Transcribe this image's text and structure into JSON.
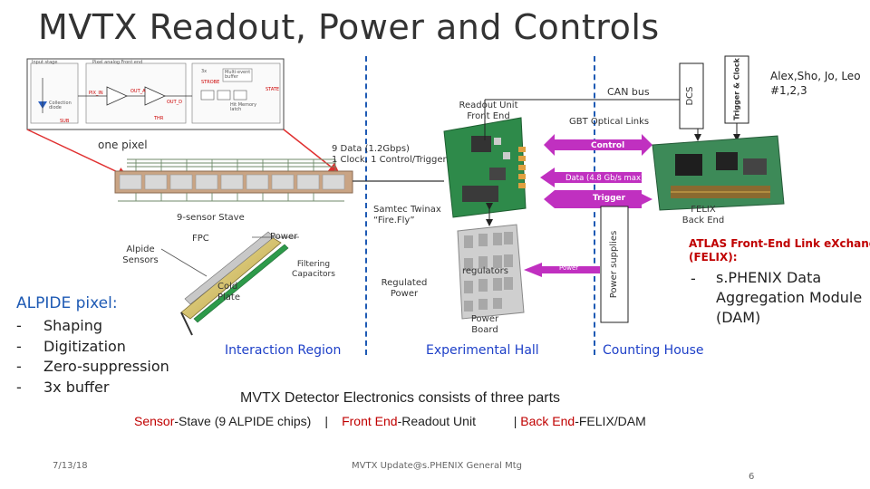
{
  "title": "MVTX Readout, Power and Controls",
  "authors": "Alex,Sho, Jo, Leo\n#1,2,3",
  "labels": {
    "can_bus": "CAN bus",
    "dcs": "DCS",
    "trigger_clock": "Trigger & Clock",
    "readout_unit": "Readout Unit\nFront End",
    "gbt_links": "GBT Optical Links",
    "one_pixel": "one pixel",
    "data_lines": "9 Data (1.2Gbps)\n1 Clock, 1 Control/Trigger",
    "control": "Control",
    "data_rate": "Data (4.8 Gb/s max)",
    "trigger": "Trigger",
    "samtec": "Samtec Twinax\n“Fire.Fly”",
    "felix": "FELIX\nBack End",
    "nine_sensor_stave": "9-sensor Stave",
    "fpc": "FPC",
    "power": "Power",
    "alpide_sensors": "Alpide\nSensors",
    "filtering_caps": "Filtering\nCapacitors",
    "cold_plate": "Cold\nPlate",
    "regulated_power": "Regulated\nPower",
    "regulators": "regulators",
    "power_small": "Power",
    "power_supplies": "Power supplies",
    "power_board": "Power\nBoard",
    "atlas_felix": "ATLAS Front-End Link eXchange\n(FELIX):",
    "sphenix_dam": "s.PHENIX Data\nAggregation Module\n(DAM)",
    "dash": "-"
  },
  "pixel_circuit": {
    "input_stage": "Input stage",
    "front_end": "Pixel analog Front end",
    "multi_event": "Multi-event\nbuffer",
    "strobe": "STROBE",
    "state": "STATE",
    "pix_in": "PIX_IN",
    "out_a": "OUT_A",
    "out_d": "OUT_D",
    "thr": "THR",
    "sub": "SUB",
    "collection": "Collection\ndiode",
    "buffer": "3x",
    "mem": "Hit Memory\nlatch"
  },
  "alpide_pixel": {
    "heading": "ALPIDE pixel:",
    "items": [
      "Shaping",
      "Digitization",
      "Zero-suppression",
      "3x buffer"
    ]
  },
  "regions": {
    "interaction": "Interaction Region",
    "experimental": "Experimental Hall",
    "counting": "Counting House"
  },
  "summary": {
    "headline": "MVTX Detector Electronics consists of three parts",
    "part1_key": "Sensor",
    "part1_rest": "-Stave (9 ALPIDE chips)",
    "sep1": "|",
    "part2_key": "Front End",
    "part2_rest": "-Readout Unit",
    "sep2": "| ",
    "part3_key": "Back End",
    "part3_rest": "-FELIX/DAM"
  },
  "footer": {
    "date": "7/13/18",
    "center": "MVTX Update@s.PHENIX General Mtg",
    "page": "6"
  },
  "colors": {
    "title": "#333333",
    "region_blue": "#1e40c8",
    "summary_red": "#c00000",
    "arrow_magenta": "#c030c0",
    "dashed_blue": "#1e5ab4"
  }
}
